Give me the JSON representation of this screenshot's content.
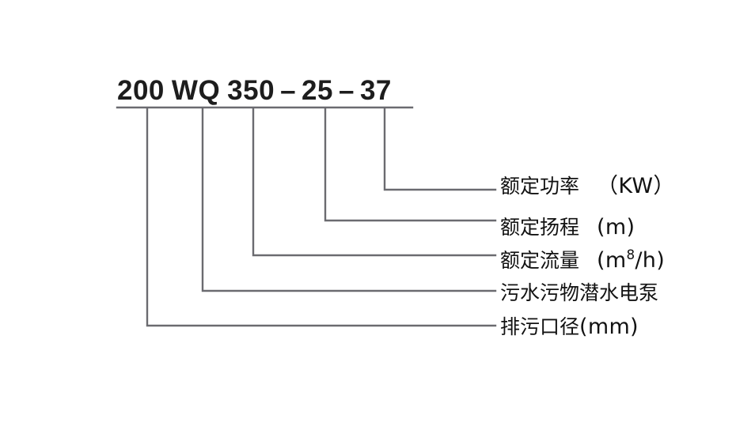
{
  "diagram": {
    "title_code": "200 WQ 350 - 25 - 37",
    "line_color": "#6b6b70",
    "text_color": "#121212",
    "background": "#ffffff",
    "model_segments": {
      "bore": "200",
      "series": "WQ",
      "flow": "350",
      "dash1": "–",
      "head": "25",
      "dash2": "–",
      "power": "37"
    },
    "callouts": [
      {
        "id": "rated-power",
        "label": "额定功率",
        "unit": "（KW）",
        "refers_to": "37"
      },
      {
        "id": "rated-head",
        "label": "额定扬程",
        "unit": "(m)",
        "refers_to": "25"
      },
      {
        "id": "rated-flow",
        "label": "额定流量",
        "unit_prefix": "(m",
        "unit_sup": "8",
        "unit_suffix": "/h)",
        "refers_to": "350"
      },
      {
        "id": "pump-type",
        "label": "污水污物潜水电泵",
        "unit": "",
        "refers_to": "WQ"
      },
      {
        "id": "discharge-bore",
        "label": "排污口径",
        "unit": "(mm)",
        "refers_to": "200"
      }
    ]
  }
}
